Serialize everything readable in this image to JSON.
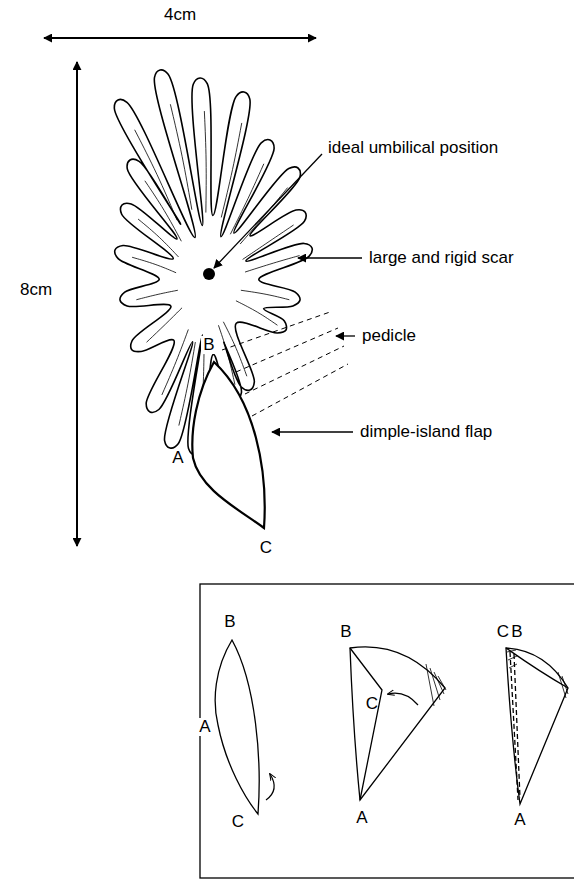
{
  "diagram": {
    "labels": [
      "4cm",
      "8cm",
      "ideal umbilical position",
      "large and rigid scar",
      "B",
      "pedicle",
      "A",
      "dimple-island flap",
      "C",
      "B",
      "A",
      "C",
      "B",
      "C",
      "A",
      "C",
      "B",
      "A"
    ]
  }
}
